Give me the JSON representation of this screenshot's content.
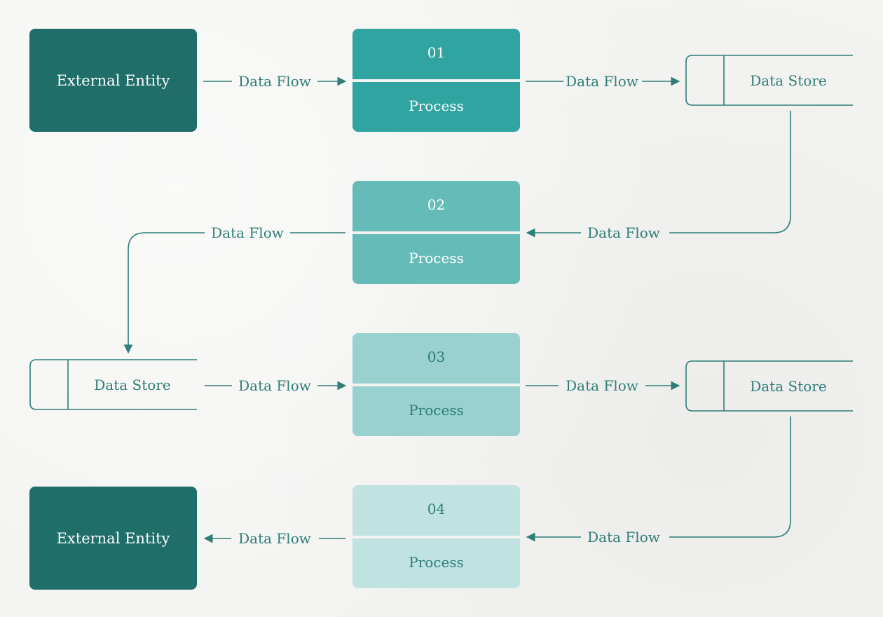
{
  "colors": {
    "entity": "#1f6e69",
    "process_1": "#30a4a1",
    "process_2": "#64bbb8",
    "process_3": "#98d1cf",
    "process_4": "#c0e3e1",
    "line": "#2e7d78",
    "text_dark": "#2e7d78",
    "text_light": "#ffffff"
  },
  "entities": [
    {
      "label": "External Entity"
    },
    {
      "label": "External Entity"
    }
  ],
  "processes": [
    {
      "number": "01",
      "label": "Process"
    },
    {
      "number": "02",
      "label": "Process"
    },
    {
      "number": "03",
      "label": "Process"
    },
    {
      "number": "04",
      "label": "Process"
    }
  ],
  "stores": [
    {
      "label": "Data Store"
    },
    {
      "label": "Data Store"
    },
    {
      "label": "Data Store"
    }
  ],
  "flows": [
    {
      "label": "Data Flow"
    },
    {
      "label": "Data Flow"
    },
    {
      "label": "Data Flow"
    },
    {
      "label": "Data Flow"
    },
    {
      "label": "Data Flow"
    },
    {
      "label": "Data Flow"
    },
    {
      "label": "Data Flow"
    },
    {
      "label": "Data Flow"
    }
  ]
}
